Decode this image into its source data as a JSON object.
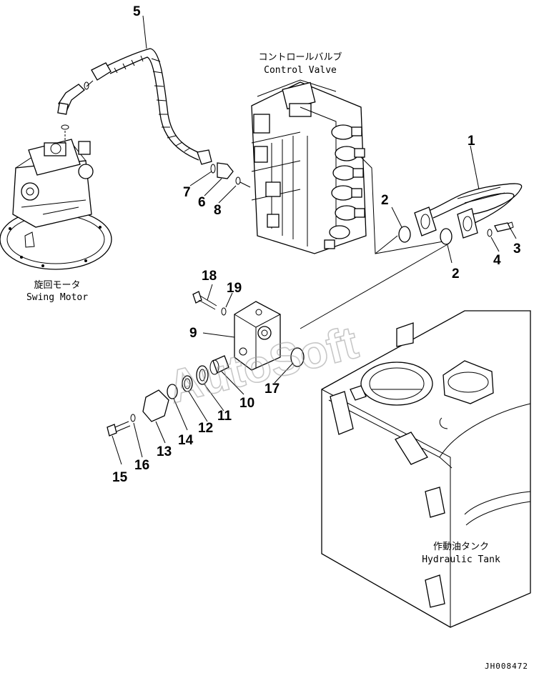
{
  "watermark": "AutoSoft",
  "drawing_code": "JH008472",
  "components": {
    "control_valve": {
      "jp": "コントロールバルブ",
      "en": "Control Valve"
    },
    "swing_motor": {
      "jp": "旋回モータ",
      "en": "Swing Motor"
    },
    "hydraulic_tank": {
      "jp": "作動油タンク",
      "en": "Hydraulic Tank"
    }
  },
  "callouts": {
    "c1": "1",
    "c2a": "2",
    "c2b": "2",
    "c3": "3",
    "c4": "4",
    "c5": "5",
    "c6": "6",
    "c7": "7",
    "c8": "8",
    "c9": "9",
    "c10": "10",
    "c11": "11",
    "c12": "12",
    "c13": "13",
    "c14": "14",
    "c15": "15",
    "c16": "16",
    "c17": "17",
    "c18": "18",
    "c19": "19"
  }
}
